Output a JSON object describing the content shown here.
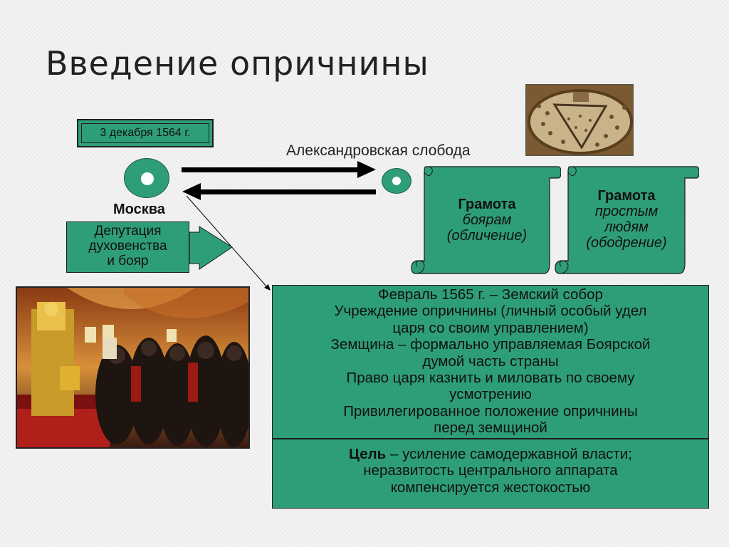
{
  "slide": {
    "title": "Введение опричнины",
    "date_label": "3 декабря 1564 г.",
    "moscow_label": "Москва",
    "sloboda_label": "Александровская слобода",
    "deputation_lines": [
      "Депутация",
      "духовенства",
      "и бояр"
    ],
    "scroll_boyars": {
      "heading": "Грамота",
      "lines": [
        "боярам",
        "(обличение)"
      ]
    },
    "scroll_people": {
      "heading": "Грамота",
      "lines": [
        "простым",
        "людям",
        "(ободрение)"
      ]
    },
    "main_lines": [
      "Февраль 1565 г. – Земский собор",
      "Учреждение опричнины (личный особый удел",
      "царя со своим управлением)",
      "Земщина – формально управляемая Боярской",
      "думой часть страны",
      "Право царя казнить и миловать по своему",
      "усмотрению",
      "Привилегированное положение опричнины",
      "перед земщиной"
    ],
    "goal_label": "Цель",
    "goal_lines": [
      " – усиление самодержавной власти;",
      "неразвитость центрального аппарата",
      "компенсируется жестокостью"
    ],
    "colors": {
      "box_green": "#2e9e77",
      "background": "#f3f3f3",
      "text": "#111111"
    }
  }
}
